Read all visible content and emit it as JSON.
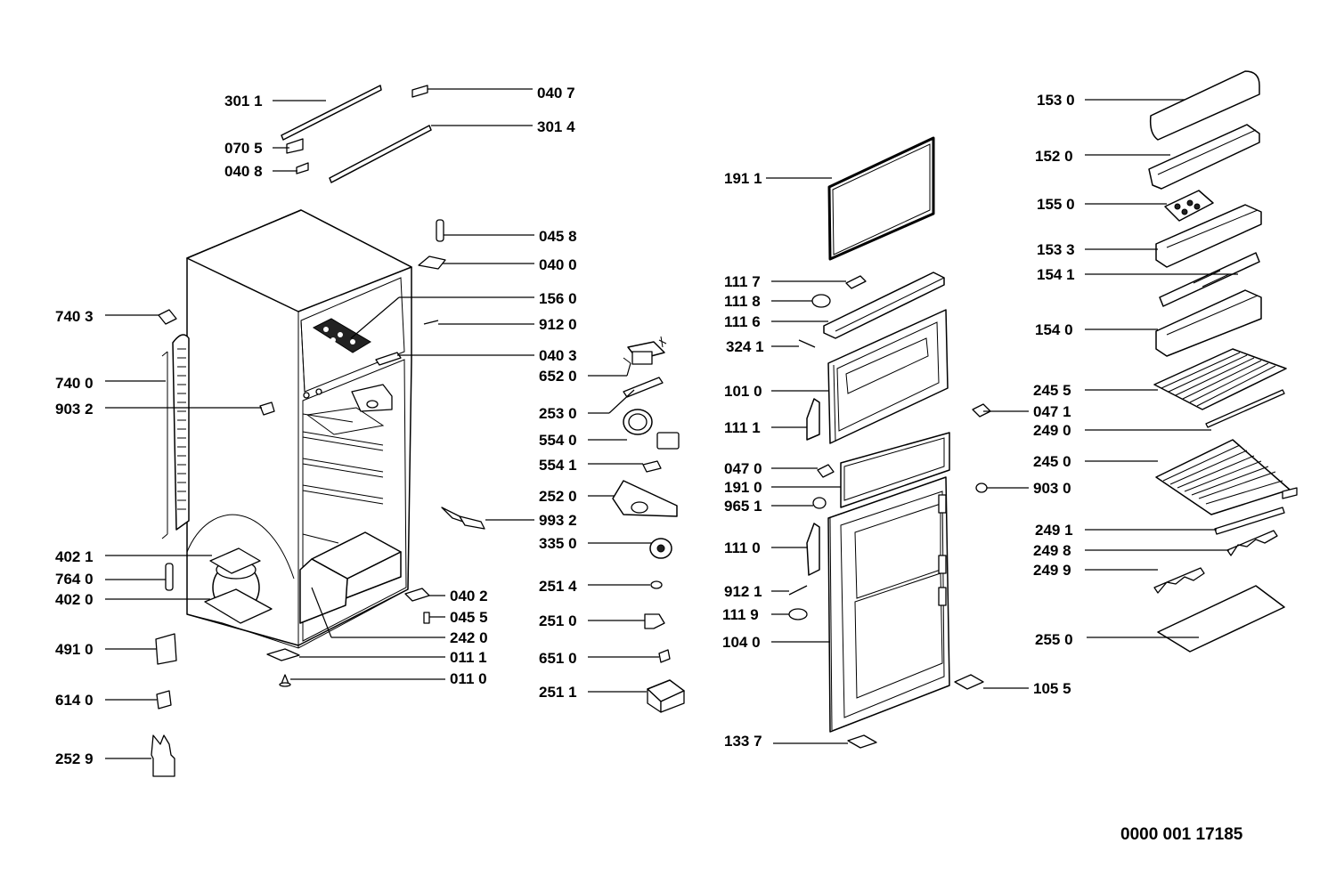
{
  "labels": {
    "l3011": "301 1",
    "l0407": "040 7",
    "l3014": "301 4",
    "l0705": "070 5",
    "l0408": "040 8",
    "l0458": "045 8",
    "l0400": "040 0",
    "l1560": "156 0",
    "l9120": "912 0",
    "l7403": "740 3",
    "l0403": "040 3",
    "l6520": "652 0",
    "l7400": "740 0",
    "l9032": "903 2",
    "l2530": "253 0",
    "l5540": "554 0",
    "l5541": "554 1",
    "l2520": "252 0",
    "l9932": "993 2",
    "l3350": "335 0",
    "l4021": "402 1",
    "l7640": "764 0",
    "l4020": "402 0",
    "l0402": "040 2",
    "l0455": "045 5",
    "l2420": "242 0",
    "l2514": "251 4",
    "l2510": "251 0",
    "l4910": "491 0",
    "l0111": "011 1",
    "l0110": "011 0",
    "l6510": "651 0",
    "l6140": "614 0",
    "l2511": "251 1",
    "l2529": "252 9",
    "l1911": "191 1",
    "l1117": "111 7",
    "l1118": "111 8",
    "l1116": "111 6",
    "l3241": "324 1",
    "l1010": "101 0",
    "l1111": "111 1",
    "l0470": "047 0",
    "l1910": "191 0",
    "l9651": "965 1",
    "l1110": "111 0",
    "l9121": "912 1",
    "l1119": "111 9",
    "l1040": "104 0",
    "l1337": "133 7",
    "l1530": "153 0",
    "l1520": "152 0",
    "l1550": "155 0",
    "l1533": "153 3",
    "l1541": "154 1",
    "l1540": "154 0",
    "l2455": "245 5",
    "l0471": "047 1",
    "l2490": "249 0",
    "l2450": "245 0",
    "l9030": "903 0",
    "l2491": "249 1",
    "l2498": "249 8",
    "l2499": "249 9",
    "l2550": "255 0",
    "l1055": "105 5"
  },
  "reference_number": "0000 001 17185"
}
